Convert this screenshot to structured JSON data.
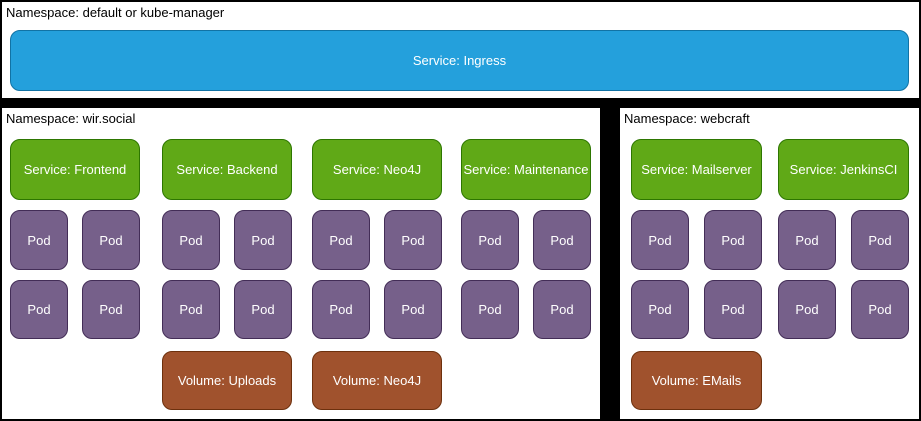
{
  "colors": {
    "background": "#000000",
    "panel": "#ffffff",
    "service_ingress_fill": "#24A0DC",
    "service_fill": "#60A917",
    "pod_fill": "#76608A",
    "volume_fill": "#A0522D",
    "box_text": "#ffffff",
    "label_text": "#000000"
  },
  "panels": {
    "top": {
      "label": "Namespace: default or kube-manager",
      "service": "Service: Ingress"
    },
    "left": {
      "label": "Namespace: wir.social",
      "columns": [
        {
          "service": "Service: Frontend",
          "pods": [
            "Pod",
            "Pod",
            "Pod",
            "Pod"
          ],
          "volume": null
        },
        {
          "service": "Service: Backend",
          "pods": [
            "Pod",
            "Pod",
            "Pod",
            "Pod"
          ],
          "volume": "Volume: Uploads"
        },
        {
          "service": "Service: Neo4J",
          "pods": [
            "Pod",
            "Pod",
            "Pod",
            "Pod"
          ],
          "volume": "Volume: Neo4J"
        },
        {
          "service": "Service: Maintenance",
          "pods": [
            "Pod",
            "Pod",
            "Pod",
            "Pod"
          ],
          "volume": null
        }
      ]
    },
    "right": {
      "label": "Namespace: webcraft",
      "columns": [
        {
          "service": "Service: Mailserver",
          "pods": [
            "Pod",
            "Pod",
            "Pod",
            "Pod"
          ],
          "volume": "Volume: EMails"
        },
        {
          "service": "Service: JenkinsCI",
          "pods": [
            "Pod",
            "Pod",
            "Pod",
            "Pod"
          ],
          "volume": null
        }
      ]
    }
  }
}
